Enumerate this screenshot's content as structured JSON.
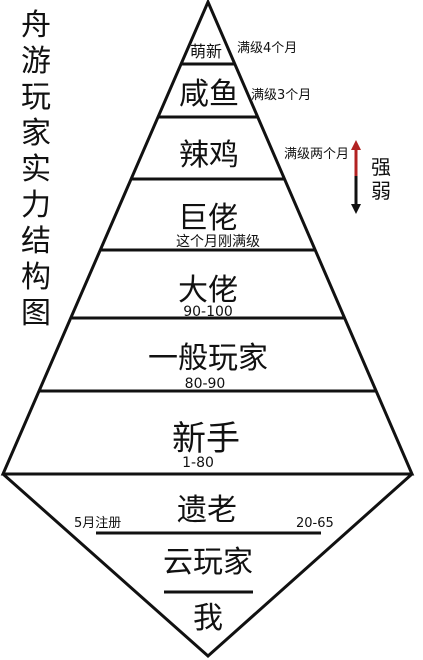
{
  "title": "舟游玩家实力结构图",
  "arrow_labels": {
    "strong": "强",
    "weak": "弱"
  },
  "colors": {
    "line": "#111111",
    "arrow_up": "#b22222",
    "arrow_down": "#111111",
    "background": "#ffffff"
  },
  "tiers": [
    {
      "label": "萌新",
      "note": "满级4个月",
      "sub": ""
    },
    {
      "label": "咸鱼",
      "note": "满级3个月",
      "sub": ""
    },
    {
      "label": "辣鸡",
      "note": "满级两个月",
      "sub": ""
    },
    {
      "label": "巨佬",
      "note": "",
      "sub": "这个月刚满级"
    },
    {
      "label": "大佬",
      "note": "",
      "sub": "90-100"
    },
    {
      "label": "一般玩家",
      "note": "",
      "sub": "80-90"
    },
    {
      "label": "新手",
      "note": "",
      "sub": "1-80"
    },
    {
      "label": "遗老",
      "note_left": "5月注册",
      "note_right": "20-65"
    },
    {
      "label": "云玩家"
    },
    {
      "label": "我"
    }
  ]
}
